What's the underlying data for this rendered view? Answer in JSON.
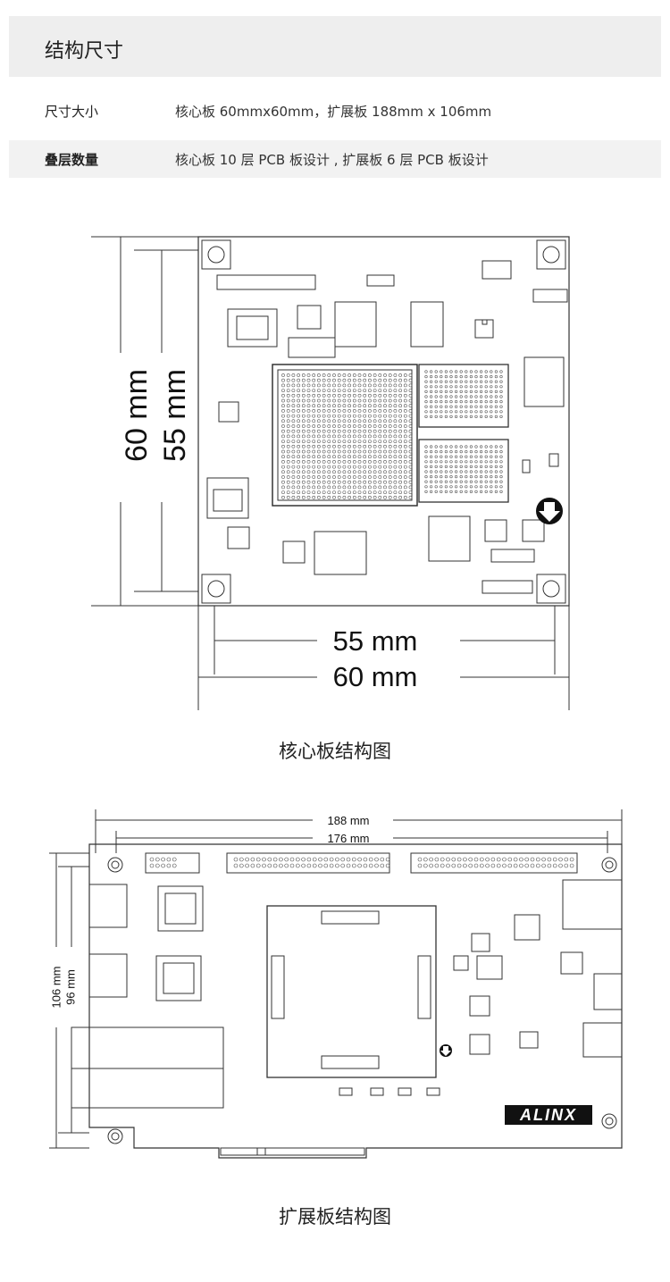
{
  "header": {
    "title": "结构尺寸"
  },
  "specs": [
    {
      "label": "尺寸大小",
      "value": "核心板 60mmx60mm，扩展板 188mm x 106mm"
    },
    {
      "label": "叠层数量",
      "value": "核心板 10 层 PCB 板设计 , 扩展板 6 层 PCB 板设计"
    }
  ],
  "core_board": {
    "dim_outer_h": "60 mm",
    "dim_inner_h": "55 mm",
    "dim_inner_w": "55 mm",
    "dim_outer_w": "60 mm",
    "caption": "核心板结构图"
  },
  "ext_board": {
    "dim_outer_w": "188 mm",
    "dim_inner_w": "176 mm",
    "dim_outer_h": "106 mm",
    "dim_inner_h": "96 mm",
    "logo_text": "ALINX",
    "caption": "扩展板结构图"
  }
}
